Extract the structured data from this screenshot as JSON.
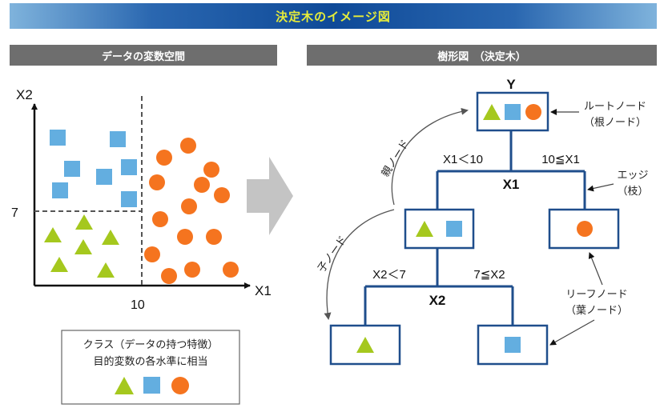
{
  "title": "決定木のイメージ図",
  "left_panel": {
    "header": "データの変数空間",
    "y_axis_label": "X2",
    "x_axis_label": "X1",
    "y_threshold": "7",
    "x_threshold": "10",
    "legend_line1": "クラス（データの持つ特徴）",
    "legend_line2": "目的変数の各水準に相当"
  },
  "right_panel": {
    "header": "樹形図　（決定木）",
    "root_label": "Y",
    "node_x1_label": "X1",
    "node_x2_label": "X2",
    "edge_left_1": "X1＜10",
    "edge_right_1": "10≦X1",
    "edge_left_2": "X2＜7",
    "edge_right_2": "7≦X2",
    "root_node_line1": "ルートノード",
    "root_node_line2": "（根ノード）",
    "edge_line1": "エッジ",
    "edge_line2": "（枝）",
    "leaf_node_line1": "リーフノード",
    "leaf_node_line2": "（葉ノード）",
    "parent_node": "親ノード",
    "child_node": "子ノード"
  },
  "colors": {
    "triangle": "#a5c81e",
    "square": "#63aee0",
    "circle": "#f5741f",
    "tree_line": "#1f4e8c"
  }
}
